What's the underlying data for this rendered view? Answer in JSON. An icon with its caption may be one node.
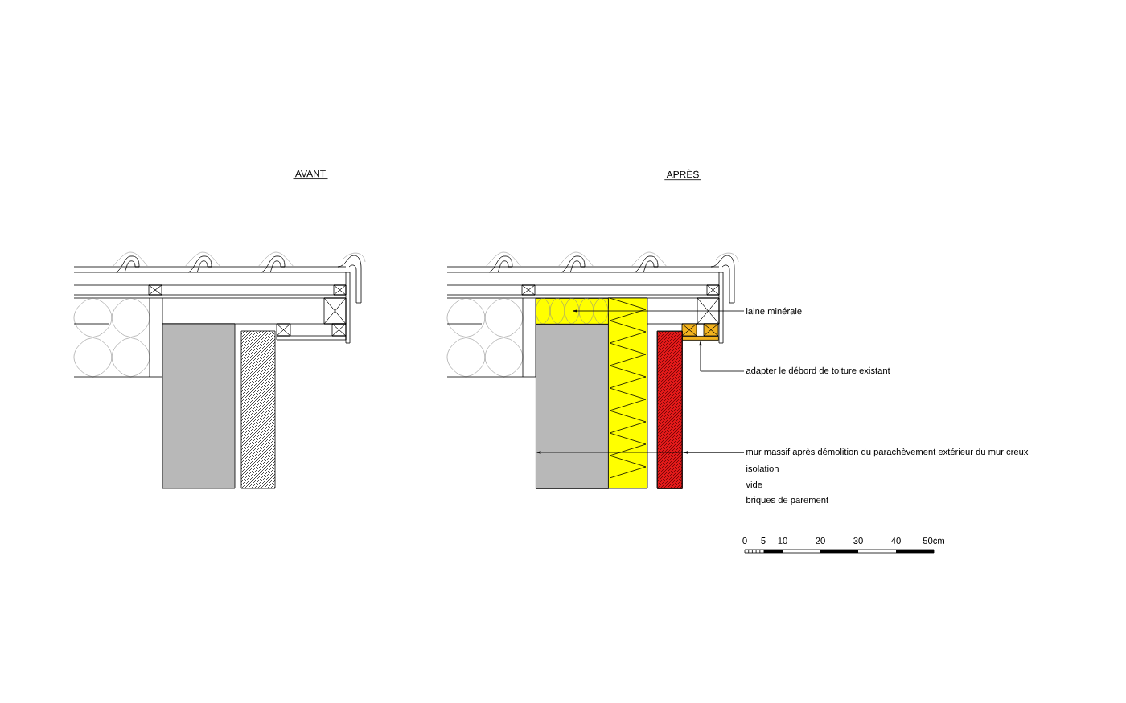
{
  "diagram": {
    "nodes": [
      {
        "text": [
          "laine minérale"
        ]
      },
      {
        "text": [],
        "shape": "box"
      },
      {
        "text": [
          "adapter le débord de toiture existant"
        ]
      },
      {
        "text": [],
        "shape": "box"
      },
      {
        "text": [
          "mur massif après démolition du parachèvement extérieur du mur creux"
        ]
      },
      {
        "text": [],
        "shape": "box"
      },
      {
        "text": [
          "isolation"
        ]
      },
      {
        "text": [
          "vide"
        ]
      },
      {
        "text": [
          "briques de parement"
        ]
      },
      {
        "text": [],
        "shape": "box"
      }
    ],
    "edges": [
      {
        "from": 0,
        "to": 1,
        "arrow": "to"
      },
      {
        "from": 2,
        "to": 3,
        "arrow": "to"
      },
      {
        "from": 4,
        "to": 9,
        "arrow": "to"
      },
      {
        "from": 4,
        "to": 5,
        "arrow": "to"
      }
    ],
    "labels": [
      "AVANT",
      "APRÈS",
      "0",
      "5",
      "10",
      "20",
      "30",
      "40",
      "50cm"
    ]
  }
}
